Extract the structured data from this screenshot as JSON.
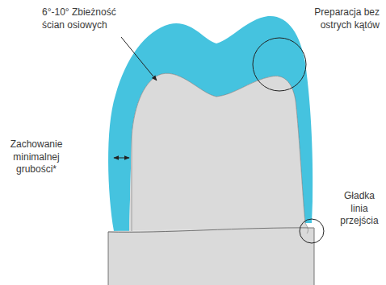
{
  "diagram": {
    "labels": [
      "6°-10° Zbieżność ścian osiowych",
      "Preparacja bez ostrych kątów",
      "Zachowanie minimalnej grubości*",
      "Gładka linia przejścia"
    ]
  }
}
